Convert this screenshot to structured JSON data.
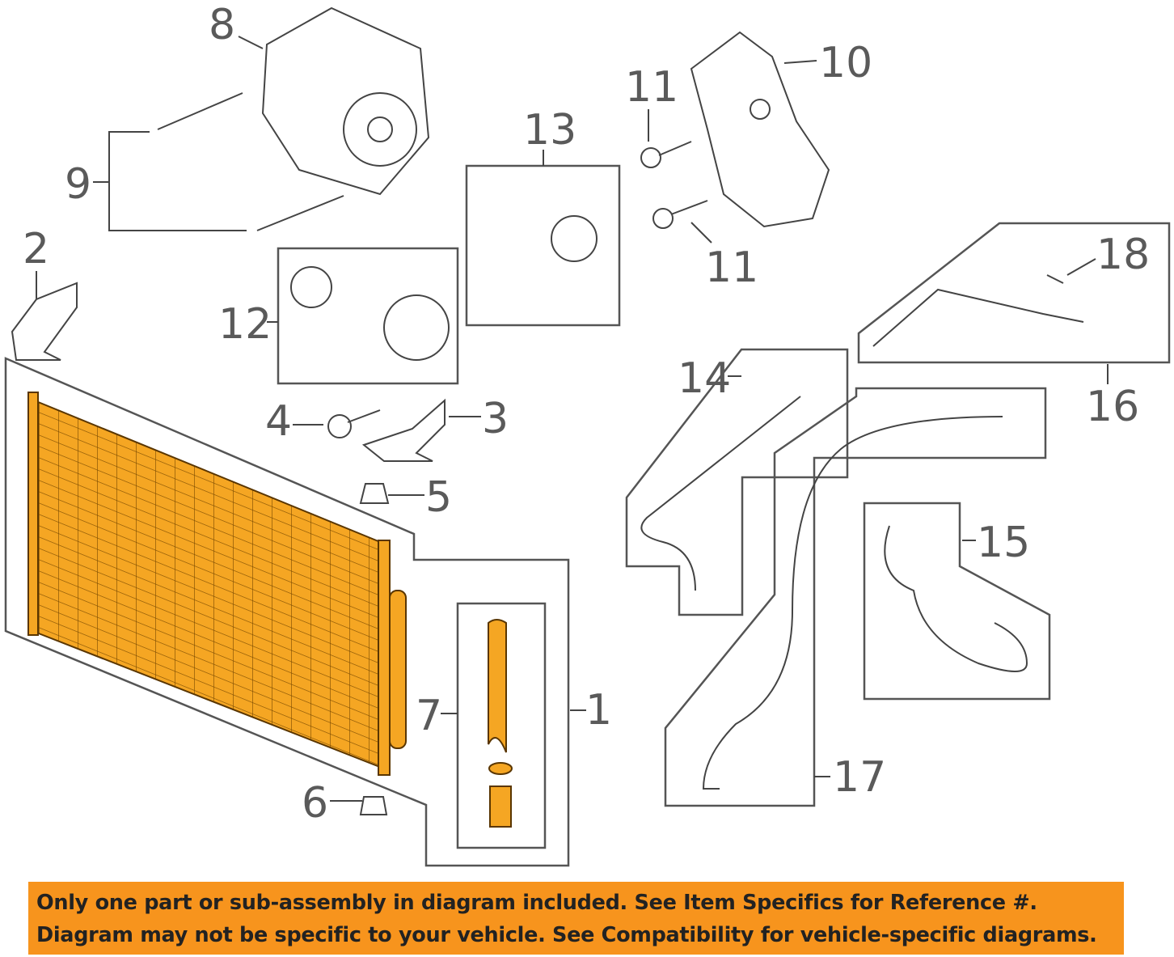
{
  "callouts": {
    "c1": "1",
    "c2": "2",
    "c3": "3",
    "c4": "4",
    "c5": "5",
    "c6": "6",
    "c7": "7",
    "c8": "8",
    "c9": "9",
    "c10": "10",
    "c11a": "11",
    "c11b": "11",
    "c12": "12",
    "c13": "13",
    "c14": "14",
    "c15": "15",
    "c16": "16",
    "c17": "17",
    "c18": "18"
  },
  "highlight_color": "#F5A623",
  "banner": {
    "line1": "Only one part or sub-assembly in diagram included. See Item Specifics for Reference #.",
    "line2": "Diagram may not be specific to your vehicle. See Compatibility for vehicle-specific diagrams.",
    "color": "#F7941D"
  }
}
